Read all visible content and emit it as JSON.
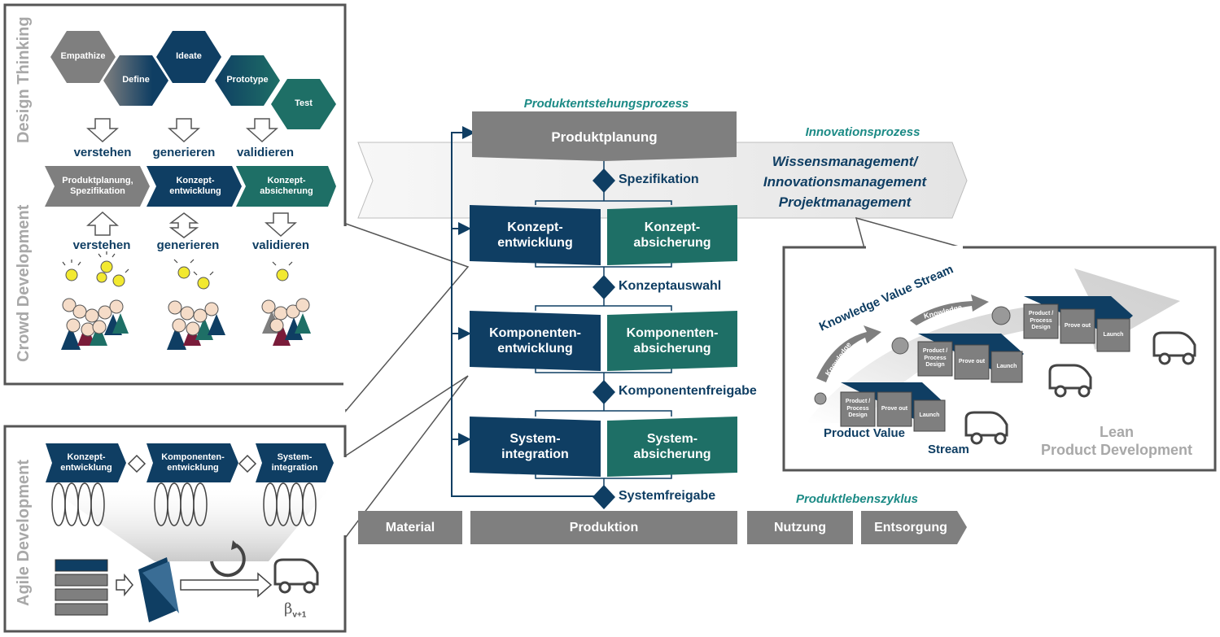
{
  "colors": {
    "navy": "#0f3e63",
    "teal": "#1e6f66",
    "grey": "#7f7f7f",
    "light_grey": "#ededed",
    "teal_text": "#1b8a85",
    "label_grey": "#a8a8a8"
  },
  "design_thinking": {
    "side_label": "Design Thinking",
    "hexagons": [
      "Empathize",
      "Define",
      "Ideate",
      "Prototype",
      "Test"
    ],
    "arrow_labels": [
      "verstehen",
      "generieren",
      "validieren"
    ]
  },
  "crowd_development": {
    "side_label": "Crowd Development",
    "chevrons": [
      "Produktplanung,\nSpezifikation",
      "Konzept-\nentwicklung",
      "Konzept-\nabsicherung"
    ],
    "arrow_labels": [
      "verstehen",
      "generieren",
      "validieren"
    ]
  },
  "agile_development": {
    "side_label": "Agile Development",
    "chevrons": [
      "Konzept-\nentwicklung",
      "Komponenten-\nentwicklung",
      "System-\nintegration"
    ],
    "beta_label": "β",
    "beta_sub": "v+1"
  },
  "center": {
    "pep_title": "Produktentstehungsprozess",
    "produktplanung": "Produktplanung",
    "innovation_title": "Innovationsprozess",
    "innovation_band": [
      "Wissensmanagement/",
      "Innovationsmanagement",
      "Projektmanagement"
    ],
    "gates": [
      "Spezifikation",
      "Konzeptauswahl",
      "Komponentenfreigabe",
      "Systemfreigabe"
    ],
    "rows": [
      {
        "left": "Konzept-\nentwicklung",
        "right": "Konzept-\nabsicherung"
      },
      {
        "left": "Komponenten-\nentwicklung",
        "right": "Komponenten-\nabsicherung"
      },
      {
        "left": "System-\nintegration",
        "right": "System-\nabsicherung"
      }
    ],
    "lifecycle_title": "Produktlebenszyklus",
    "lifecycle": [
      "Material",
      "Produktion",
      "Nutzung",
      "Entsorgung"
    ]
  },
  "lean": {
    "knowledge_stream": "Knowledge Value Stream",
    "knowledge_arrow": "Knowledge",
    "product_stream_1": "Product Value",
    "product_stream_2": "Stream",
    "stage_design": "Product /\nProcess\nDesign",
    "stage_prove": "Prove out",
    "stage_launch": "Launch",
    "title": [
      "Lean",
      "Product Development"
    ]
  }
}
